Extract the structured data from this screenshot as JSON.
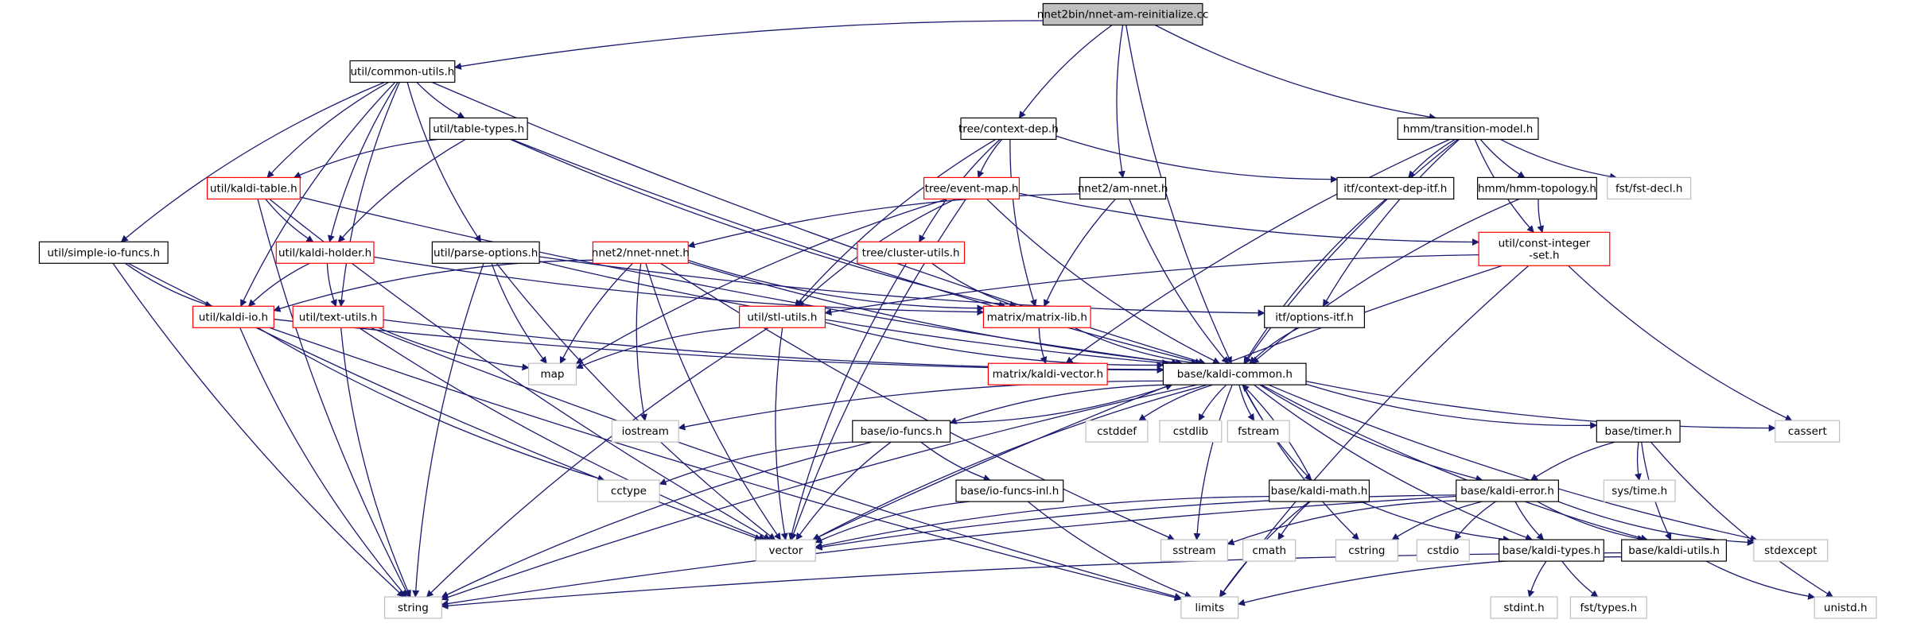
{
  "diagram": {
    "root": "nnet2bin/nnet-am-reinitialize.cc",
    "colors": {
      "edge": "#191970",
      "border_default": "#000000",
      "border_incomplete": "#ff0000",
      "border_external": "#bfbfbf",
      "root_fill": "#bfbfbf",
      "node_fill": "#ffffff"
    },
    "nodes": [
      {
        "id": "root",
        "label": "nnet2bin/nnet-am-reinitialize.cc",
        "style": "root"
      },
      {
        "id": "common_utils",
        "label": "util/common-utils.h",
        "style": "normal"
      },
      {
        "id": "context_dep",
        "label": "tree/context-dep.h",
        "style": "normal"
      },
      {
        "id": "am_nnet",
        "label": "nnet2/am-nnet.h",
        "style": "normal"
      },
      {
        "id": "transition_model",
        "label": "hmm/transition-model.h",
        "style": "normal"
      },
      {
        "id": "table_types",
        "label": "util/table-types.h",
        "style": "normal"
      },
      {
        "id": "kaldi_table",
        "label": "util/kaldi-table.h",
        "style": "incomplete"
      },
      {
        "id": "simple_io_funcs",
        "label": "util/simple-io-funcs.h",
        "style": "normal"
      },
      {
        "id": "kaldi_holder",
        "label": "util/kaldi-holder.h",
        "style": "incomplete"
      },
      {
        "id": "parse_options",
        "label": "util/parse-options.h",
        "style": "normal"
      },
      {
        "id": "kaldi_io",
        "label": "util/kaldi-io.h",
        "style": "incomplete"
      },
      {
        "id": "text_utils",
        "label": "util/text-utils.h",
        "style": "incomplete"
      },
      {
        "id": "event_map",
        "label": "tree/event-map.h",
        "style": "incomplete"
      },
      {
        "id": "cluster_utils",
        "label": "tree/cluster-utils.h",
        "style": "incomplete"
      },
      {
        "id": "nnet_nnet",
        "label": "nnet2/nnet-nnet.h",
        "style": "incomplete"
      },
      {
        "id": "stl_utils",
        "label": "util/stl-utils.h",
        "style": "incomplete"
      },
      {
        "id": "matrix_lib",
        "label": "matrix/matrix-lib.h",
        "style": "incomplete"
      },
      {
        "id": "context_dep_itf",
        "label": "itf/context-dep-itf.h",
        "style": "normal"
      },
      {
        "id": "hmm_topology",
        "label": "hmm/hmm-topology.h",
        "style": "normal"
      },
      {
        "id": "fst_decl",
        "label": "fst/fst-decl.h",
        "style": "external"
      },
      {
        "id": "const_integer_set",
        "label": "util/const-integer\n-set.h",
        "style": "incomplete"
      },
      {
        "id": "options_itf",
        "label": "itf/options-itf.h",
        "style": "normal"
      },
      {
        "id": "map",
        "label": "map",
        "style": "external"
      },
      {
        "id": "kaldi_common",
        "label": "base/kaldi-common.h",
        "style": "normal"
      },
      {
        "id": "kaldi_vector",
        "label": "matrix/kaldi-vector.h",
        "style": "incomplete"
      },
      {
        "id": "iostream",
        "label": "iostream",
        "style": "external"
      },
      {
        "id": "io_funcs",
        "label": "base/io-funcs.h",
        "style": "normal"
      },
      {
        "id": "cstddef",
        "label": "cstddef",
        "style": "external"
      },
      {
        "id": "cstdlib",
        "label": "cstdlib",
        "style": "external"
      },
      {
        "id": "fstream",
        "label": "fstream",
        "style": "external"
      },
      {
        "id": "timer",
        "label": "base/timer.h",
        "style": "normal"
      },
      {
        "id": "cassert",
        "label": "cassert",
        "style": "external"
      },
      {
        "id": "cctype",
        "label": "cctype",
        "style": "external"
      },
      {
        "id": "io_funcs_inl",
        "label": "base/io-funcs-inl.h",
        "style": "normal"
      },
      {
        "id": "kaldi_math",
        "label": "base/kaldi-math.h",
        "style": "normal"
      },
      {
        "id": "kaldi_error",
        "label": "base/kaldi-error.h",
        "style": "normal"
      },
      {
        "id": "sys_time",
        "label": "sys/time.h",
        "style": "external"
      },
      {
        "id": "vector",
        "label": "vector",
        "style": "external"
      },
      {
        "id": "sstream",
        "label": "sstream",
        "style": "external"
      },
      {
        "id": "cmath",
        "label": "cmath",
        "style": "external"
      },
      {
        "id": "cstring",
        "label": "cstring",
        "style": "external"
      },
      {
        "id": "cstdio",
        "label": "cstdio",
        "style": "external"
      },
      {
        "id": "kaldi_types",
        "label": "base/kaldi-types.h",
        "style": "normal"
      },
      {
        "id": "kaldi_utils",
        "label": "base/kaldi-utils.h",
        "style": "normal"
      },
      {
        "id": "stdexcept",
        "label": "stdexcept",
        "style": "external"
      },
      {
        "id": "string",
        "label": "string",
        "style": "external"
      },
      {
        "id": "limits",
        "label": "limits",
        "style": "external"
      },
      {
        "id": "stdint",
        "label": "stdint.h",
        "style": "external"
      },
      {
        "id": "fst_types",
        "label": "fst/types.h",
        "style": "external"
      },
      {
        "id": "unistd",
        "label": "unistd.h",
        "style": "external"
      }
    ],
    "edges": [
      [
        "root",
        "common_utils"
      ],
      [
        "root",
        "context_dep"
      ],
      [
        "root",
        "am_nnet"
      ],
      [
        "root",
        "transition_model"
      ],
      [
        "root",
        "kaldi_common"
      ],
      [
        "common_utils",
        "table_types"
      ],
      [
        "common_utils",
        "kaldi_table"
      ],
      [
        "common_utils",
        "simple_io_funcs"
      ],
      [
        "common_utils",
        "kaldi_holder"
      ],
      [
        "common_utils",
        "parse_options"
      ],
      [
        "common_utils",
        "kaldi_io"
      ],
      [
        "common_utils",
        "text_utils"
      ],
      [
        "common_utils",
        "kaldi_common"
      ],
      [
        "table_types",
        "kaldi_table"
      ],
      [
        "table_types",
        "kaldi_holder"
      ],
      [
        "table_types",
        "matrix_lib"
      ],
      [
        "table_types",
        "kaldi_common"
      ],
      [
        "kaldi_table",
        "kaldi_holder"
      ],
      [
        "kaldi_table",
        "kaldi_common"
      ],
      [
        "kaldi_table",
        "string"
      ],
      [
        "kaldi_table",
        "vector"
      ],
      [
        "simple_io_funcs",
        "kaldi_io"
      ],
      [
        "simple_io_funcs",
        "string"
      ],
      [
        "simple_io_funcs",
        "vector"
      ],
      [
        "kaldi_holder",
        "kaldi_io"
      ],
      [
        "kaldi_holder",
        "text_utils"
      ],
      [
        "kaldi_holder",
        "matrix_lib"
      ],
      [
        "parse_options",
        "map"
      ],
      [
        "parse_options",
        "vector"
      ],
      [
        "parse_options",
        "string"
      ],
      [
        "parse_options",
        "kaldi_common"
      ],
      [
        "parse_options",
        "options_itf"
      ],
      [
        "kaldi_io",
        "kaldi_common"
      ],
      [
        "kaldi_io",
        "string"
      ],
      [
        "kaldi_io",
        "cctype"
      ],
      [
        "kaldi_io",
        "limits"
      ],
      [
        "text_utils",
        "map"
      ],
      [
        "text_utils",
        "string"
      ],
      [
        "text_utils",
        "vector"
      ],
      [
        "text_utils",
        "kaldi_common"
      ],
      [
        "text_utils",
        "limits"
      ],
      [
        "context_dep",
        "event_map"
      ],
      [
        "context_dep",
        "cluster_utils"
      ],
      [
        "context_dep",
        "stl_utils"
      ],
      [
        "context_dep",
        "matrix_lib"
      ],
      [
        "context_dep",
        "context_dep_itf"
      ],
      [
        "event_map",
        "map"
      ],
      [
        "event_map",
        "stl_utils"
      ],
      [
        "event_map",
        "vector"
      ],
      [
        "event_map",
        "kaldi_common"
      ],
      [
        "event_map",
        "const_integer_set"
      ],
      [
        "cluster_utils",
        "matrix_lib"
      ],
      [
        "cluster_utils",
        "vector"
      ],
      [
        "am_nnet",
        "nnet_nnet"
      ],
      [
        "am_nnet",
        "matrix_lib"
      ],
      [
        "am_nnet",
        "kaldi_common"
      ],
      [
        "nnet_nnet",
        "kaldi_io"
      ],
      [
        "nnet_nnet",
        "map"
      ],
      [
        "nnet_nnet",
        "vector"
      ],
      [
        "nnet_nnet",
        "iostream"
      ],
      [
        "nnet_nnet",
        "sstream"
      ],
      [
        "nnet_nnet",
        "kaldi_common"
      ],
      [
        "nnet_nnet",
        "matrix_lib"
      ],
      [
        "transition_model",
        "context_dep_itf"
      ],
      [
        "transition_model",
        "hmm_topology"
      ],
      [
        "transition_model",
        "fst_decl"
      ],
      [
        "transition_model",
        "const_integer_set"
      ],
      [
        "transition_model",
        "options_itf"
      ],
      [
        "transition_model",
        "kaldi_vector"
      ],
      [
        "transition_model",
        "kaldi_common"
      ],
      [
        "hmm_topology",
        "const_integer_set"
      ],
      [
        "hmm_topology",
        "kaldi_common"
      ],
      [
        "context_dep_itf",
        "kaldi_common"
      ],
      [
        "const_integer_set",
        "stl_utils"
      ],
      [
        "const_integer_set",
        "cassert"
      ],
      [
        "const_integer_set",
        "vector"
      ],
      [
        "const_integer_set",
        "limits"
      ],
      [
        "stl_utils",
        "map"
      ],
      [
        "stl_utils",
        "string"
      ],
      [
        "stl_utils",
        "vector"
      ],
      [
        "stl_utils",
        "kaldi_common"
      ],
      [
        "matrix_lib",
        "kaldi_vector"
      ],
      [
        "matrix_lib",
        "kaldi_common"
      ],
      [
        "options_itf",
        "kaldi_common"
      ],
      [
        "kaldi_common",
        "iostream"
      ],
      [
        "kaldi_common",
        "io_funcs"
      ],
      [
        "kaldi_common",
        "cstddef"
      ],
      [
        "kaldi_common",
        "cstdlib"
      ],
      [
        "kaldi_common",
        "fstream"
      ],
      [
        "kaldi_common",
        "timer"
      ],
      [
        "kaldi_common",
        "cassert"
      ],
      [
        "kaldi_common",
        "string"
      ],
      [
        "kaldi_common",
        "vector"
      ],
      [
        "kaldi_common",
        "kaldi_math"
      ],
      [
        "kaldi_common",
        "kaldi_error"
      ],
      [
        "kaldi_common",
        "sstream"
      ],
      [
        "kaldi_common",
        "cstring"
      ],
      [
        "kaldi_common",
        "kaldi_types"
      ],
      [
        "kaldi_common",
        "kaldi_utils"
      ],
      [
        "kaldi_common",
        "stdexcept"
      ],
      [
        "io_funcs",
        "kaldi_common"
      ],
      [
        "io_funcs",
        "cctype"
      ],
      [
        "io_funcs",
        "io_funcs_inl"
      ],
      [
        "io_funcs",
        "vector"
      ],
      [
        "io_funcs",
        "string"
      ],
      [
        "io_funcs_inl",
        "vector"
      ],
      [
        "io_funcs_inl",
        "limits"
      ],
      [
        "kaldi_math",
        "kaldi_common"
      ],
      [
        "kaldi_math",
        "vector"
      ],
      [
        "kaldi_math",
        "cmath"
      ],
      [
        "kaldi_math",
        "limits"
      ],
      [
        "kaldi_math",
        "kaldi_types"
      ],
      [
        "timer",
        "kaldi_error"
      ],
      [
        "timer",
        "sys_time"
      ],
      [
        "timer",
        "kaldi_utils"
      ],
      [
        "timer",
        "unistd"
      ],
      [
        "kaldi_error",
        "vector"
      ],
      [
        "kaldi_error",
        "sstream"
      ],
      [
        "kaldi_error",
        "cstring"
      ],
      [
        "kaldi_error",
        "cstdio"
      ],
      [
        "kaldi_error",
        "kaldi_types"
      ],
      [
        "kaldi_error",
        "kaldi_utils"
      ],
      [
        "kaldi_error",
        "stdexcept"
      ],
      [
        "kaldi_error",
        "string"
      ],
      [
        "kaldi_types",
        "stdint"
      ],
      [
        "kaldi_types",
        "fst_types"
      ],
      [
        "kaldi_utils",
        "string"
      ],
      [
        "kaldi_utils",
        "limits"
      ],
      [
        "kaldi_utils",
        "unistd"
      ]
    ]
  }
}
